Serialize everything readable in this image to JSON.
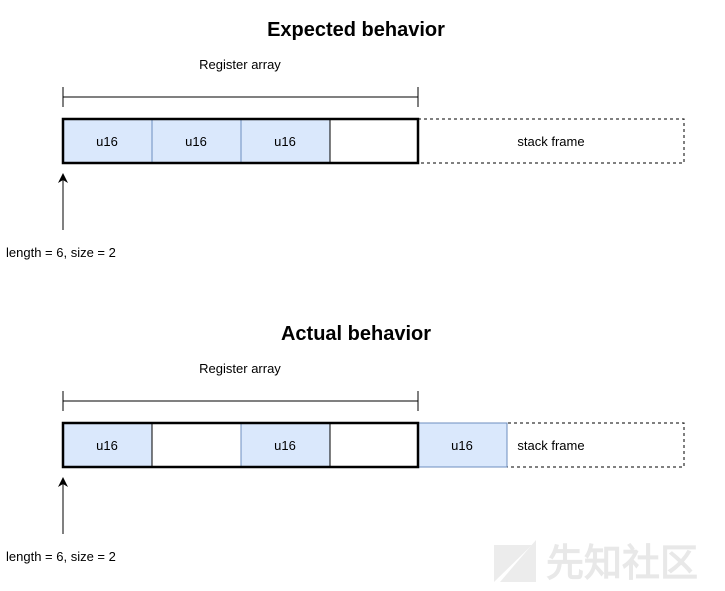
{
  "diagram": {
    "expected": {
      "title": "Expected behavior",
      "array_label": "Register array",
      "cells": [
        "u16",
        "u16",
        "u16",
        ""
      ],
      "stack_frame_cell": "",
      "stack_frame_label": "stack frame",
      "pointer_label": "length = 6, size = 2"
    },
    "actual": {
      "title": "Actual behavior",
      "array_label": "Register array",
      "cells": [
        "u16",
        "",
        "u16",
        ""
      ],
      "stack_frame_cell": "u16",
      "stack_frame_label": "stack frame",
      "pointer_label": "length = 6, size = 2"
    },
    "watermark": "先知社区",
    "colors": {
      "filled_cell": "#dae8fc",
      "filled_cell_border": "#6c8ebf",
      "outline": "#000000"
    }
  }
}
